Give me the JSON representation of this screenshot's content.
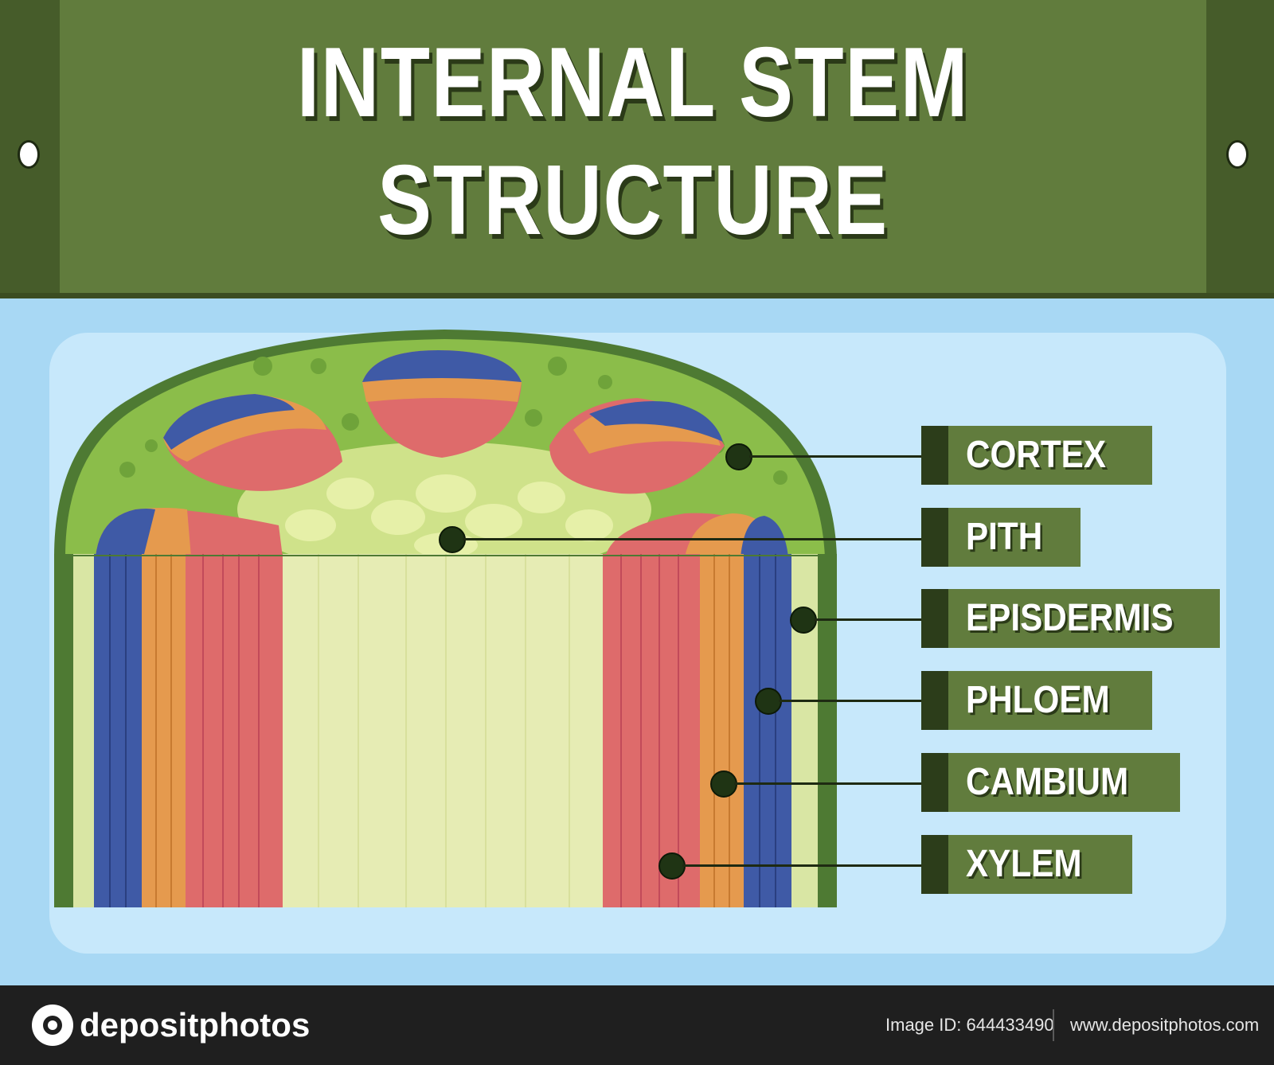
{
  "title": {
    "line1": "INTERNAL STEM",
    "line2": "STRUCTURE"
  },
  "labels": [
    {
      "id": "cortex",
      "text": "CORTEX"
    },
    {
      "id": "pith",
      "text": "PITH"
    },
    {
      "id": "epidermis",
      "text": "EPISDERMIS"
    },
    {
      "id": "phloem",
      "text": "PHLOEM"
    },
    {
      "id": "cambium",
      "text": "CAMBIUM"
    },
    {
      "id": "xylem",
      "text": "XYLEM"
    }
  ],
  "colors": {
    "banner": "#617c3d",
    "epidermis": "#4e7a33",
    "cortex": "#8bbd4a",
    "pith": "#e6ecb4",
    "phloem": "#3f5aa6",
    "cambium": "#e59a4e",
    "xylem": "#de6b6b"
  },
  "footer": {
    "brand": "depositphotos",
    "image_id": "Image ID: 644433490",
    "site": "www.depositphotos.com"
  }
}
